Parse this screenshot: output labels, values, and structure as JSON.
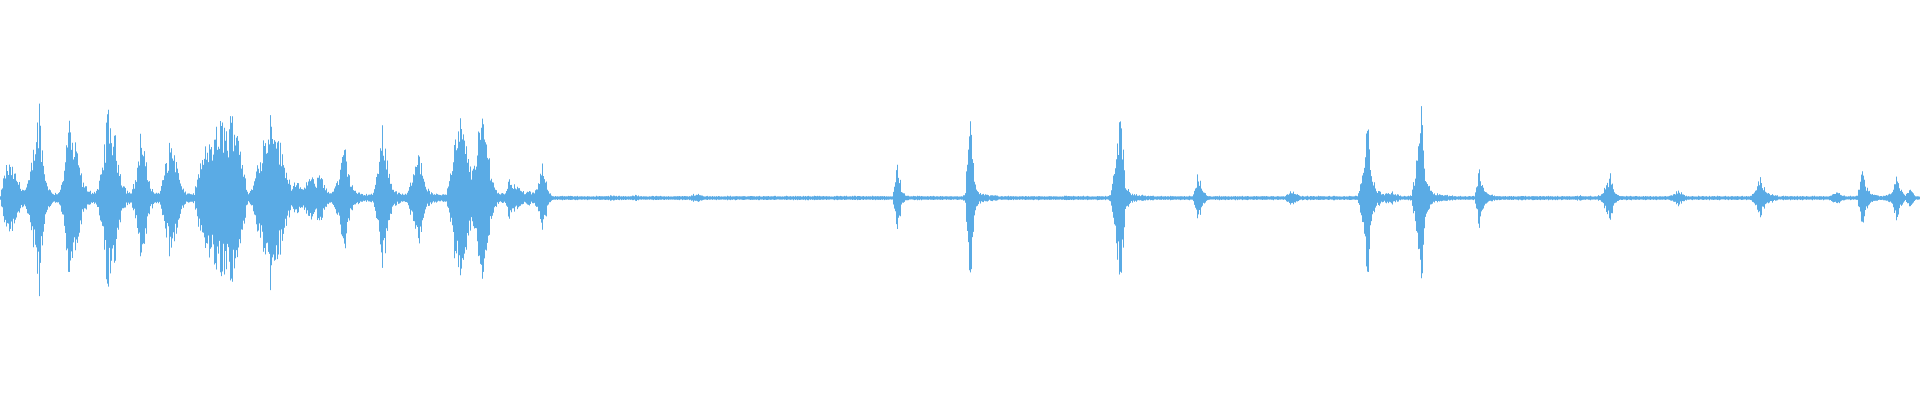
{
  "waveform": {
    "color": "#5aabe5",
    "background": "#ffffff",
    "amplitude_envelope": [
      0.02,
      0.3,
      0.35,
      0.25,
      0.15,
      0.08,
      0.2,
      0.55,
      0.95,
      0.3,
      0.1,
      0.05,
      0.06,
      0.2,
      0.8,
      0.55,
      0.45,
      0.15,
      0.1,
      0.06,
      0.08,
      0.3,
      0.85,
      0.75,
      0.5,
      0.2,
      0.08,
      0.06,
      0.22,
      0.7,
      0.35,
      0.12,
      0.05,
      0.07,
      0.35,
      0.55,
      0.48,
      0.18,
      0.06,
      0.05,
      0.05,
      0.3,
      0.45,
      0.55,
      0.62,
      0.7,
      0.8,
      0.65,
      0.9,
      0.75,
      0.35,
      0.05,
      0.1,
      0.35,
      0.55,
      0.68,
      0.95,
      0.7,
      0.45,
      0.3,
      0.12,
      0.2,
      0.08,
      0.15,
      0.22,
      0.15,
      0.3,
      0.1,
      0.05,
      0.12,
      0.25,
      0.55,
      0.22,
      0.08,
      0.05,
      0.04,
      0.04,
      0.05,
      0.4,
      0.75,
      0.3,
      0.1,
      0.06,
      0.04,
      0.05,
      0.25,
      0.55,
      0.3,
      0.1,
      0.05,
      0.04,
      0.04,
      0.05,
      0.35,
      0.65,
      0.78,
      0.55,
      0.28,
      0.45,
      0.8,
      0.7,
      0.35,
      0.1,
      0.05,
      0.05,
      0.2,
      0.15,
      0.1,
      0.06,
      0.07,
      0.05,
      0.15,
      0.35,
      0.08,
      0.02,
      0.02,
      0.02,
      0.02,
      0.02,
      0.02,
      0.02,
      0.02,
      0.02,
      0.02,
      0.02,
      0.02,
      0.03,
      0.02,
      0.02,
      0.02,
      0.02,
      0.03,
      0.02,
      0.02,
      0.02,
      0.02,
      0.02,
      0.02,
      0.02,
      0.02,
      0.02,
      0.02,
      0.02,
      0.04,
      0.04,
      0.02,
      0.02,
      0.02,
      0.02,
      0.02,
      0.02,
      0.02,
      0.02,
      0.02,
      0.02,
      0.02,
      0.02,
      0.02,
      0.02,
      0.02,
      0.02,
      0.02,
      0.02,
      0.02,
      0.02,
      0.02,
      0.02,
      0.02,
      0.02,
      0.02,
      0.02,
      0.02,
      0.02,
      0.02,
      0.02,
      0.02,
      0.02,
      0.02,
      0.02,
      0.02,
      0.02,
      0.02,
      0.02,
      0.02,
      0.02,
      0.35,
      0.06,
      0.02,
      0.02,
      0.02,
      0.02,
      0.02,
      0.02,
      0.02,
      0.02,
      0.02,
      0.02,
      0.02,
      0.02,
      0.03,
      0.95,
      0.15,
      0.05,
      0.04,
      0.03,
      0.03,
      0.02,
      0.02,
      0.02,
      0.02,
      0.02,
      0.02,
      0.02,
      0.02,
      0.02,
      0.02,
      0.02,
      0.02,
      0.02,
      0.02,
      0.03,
      0.02,
      0.02,
      0.02,
      0.02,
      0.02,
      0.02,
      0.02,
      0.02,
      0.03,
      0.4,
      1.0,
      0.15,
      0.05,
      0.04,
      0.03,
      0.03,
      0.02,
      0.02,
      0.02,
      0.02,
      0.02,
      0.02,
      0.02,
      0.02,
      0.02,
      0.02,
      0.25,
      0.08,
      0.02,
      0.02,
      0.02,
      0.02,
      0.02,
      0.02,
      0.02,
      0.02,
      0.02,
      0.02,
      0.02,
      0.02,
      0.02,
      0.02,
      0.02,
      0.02,
      0.02,
      0.08,
      0.06,
      0.02,
      0.02,
      0.02,
      0.02,
      0.02,
      0.02,
      0.02,
      0.02,
      0.02,
      0.02,
      0.02,
      0.02,
      0.02,
      0.3,
      0.85,
      0.2,
      0.08,
      0.05,
      0.05,
      0.06,
      0.04,
      0.02,
      0.02,
      0.03,
      0.3,
      0.95,
      0.25,
      0.08,
      0.05,
      0.04,
      0.03,
      0.03,
      0.02,
      0.02,
      0.02,
      0.02,
      0.02,
      0.3,
      0.1,
      0.04,
      0.03,
      0.02,
      0.02,
      0.02,
      0.02,
      0.02,
      0.02,
      0.02,
      0.02,
      0.02,
      0.02,
      0.02,
      0.02,
      0.02,
      0.02,
      0.02,
      0.02,
      0.02,
      0.03,
      0.02,
      0.02,
      0.02,
      0.03,
      0.12,
      0.25,
      0.06,
      0.02,
      0.02,
      0.02,
      0.02,
      0.02,
      0.02,
      0.02,
      0.02,
      0.02,
      0.02,
      0.02,
      0.04,
      0.08,
      0.04,
      0.02,
      0.02,
      0.02,
      0.02,
      0.02,
      0.02,
      0.02,
      0.02,
      0.02,
      0.02,
      0.02,
      0.02,
      0.02,
      0.02,
      0.08,
      0.2,
      0.1,
      0.05,
      0.03,
      0.02,
      0.02,
      0.02,
      0.02,
      0.02,
      0.02,
      0.02,
      0.02,
      0.02,
      0.02,
      0.02,
      0.04,
      0.08,
      0.03,
      0.02,
      0.02,
      0.03,
      0.3,
      0.1,
      0.04,
      0.03,
      0.02,
      0.03,
      0.06,
      0.25,
      0.08,
      0.03,
      0.1,
      0.02
    ]
  }
}
